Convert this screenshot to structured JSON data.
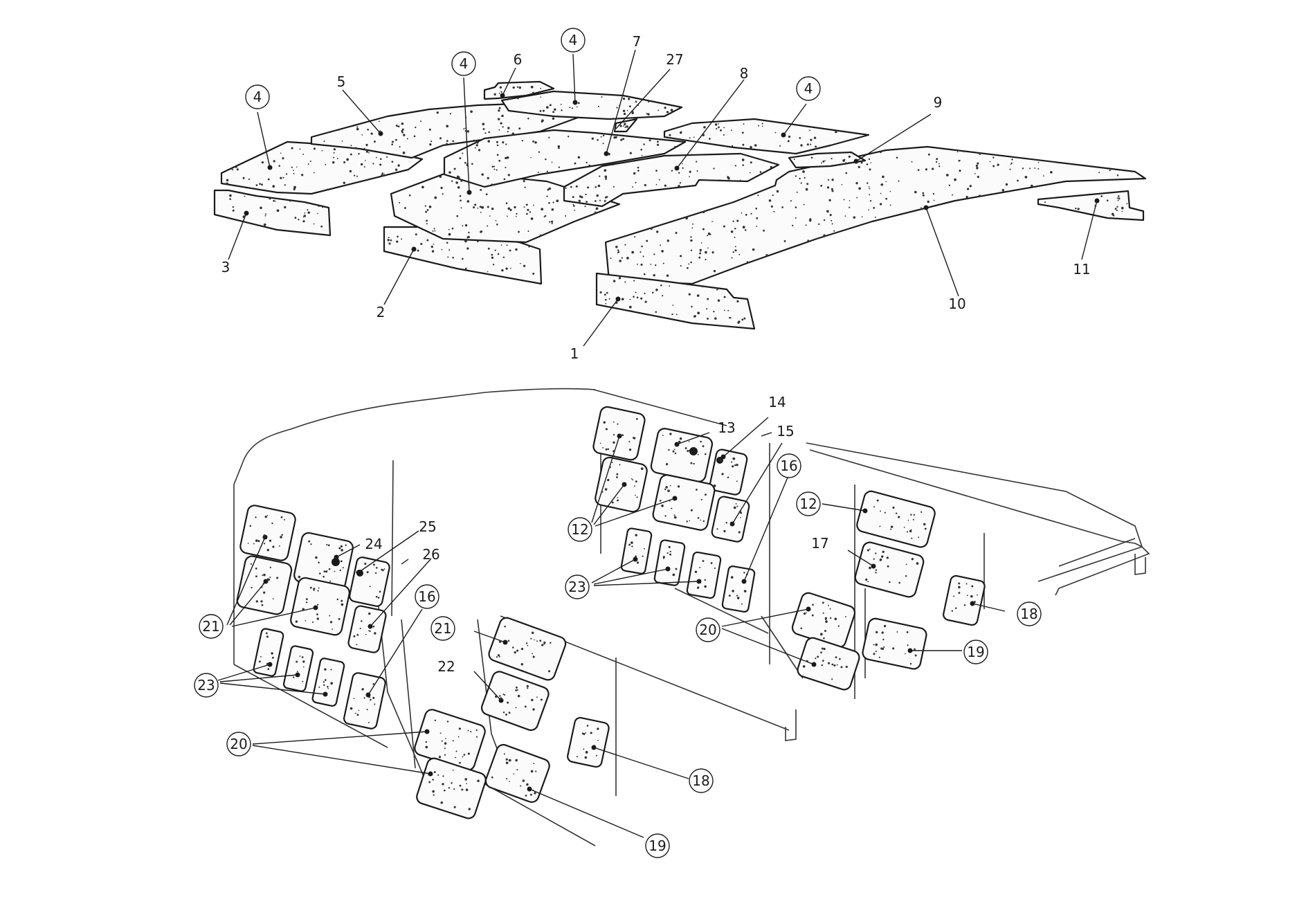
{
  "colors": {
    "ink": "#1a1a1a",
    "paper": "#ffffff"
  },
  "labels": {
    "p1": "1",
    "p2": "2",
    "p3": "3",
    "p4": "4",
    "p5": "5",
    "p6": "6",
    "p7": "7",
    "p8": "8",
    "p9": "9",
    "p10": "10",
    "p11": "11",
    "p12": "12",
    "p13": "13",
    "p14": "14",
    "p15": "15",
    "p16": "16",
    "p17": "17",
    "p18": "18",
    "p19": "19",
    "p20": "20",
    "p21": "21",
    "p22": "22",
    "p23": "23",
    "p24": "24",
    "p25": "25",
    "p26": "26",
    "p27": "27"
  }
}
